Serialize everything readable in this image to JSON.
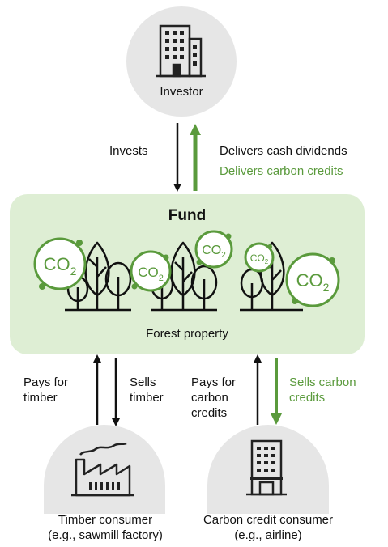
{
  "investor": {
    "label": "Investor"
  },
  "flows_top": {
    "invests": "Invests",
    "dividends": "Delivers cash dividends",
    "carbon_credits": "Delivers carbon credits"
  },
  "fund": {
    "title": "Fund",
    "forest_label": "Forest property",
    "co2_label": "CO",
    "co2_sub": "2"
  },
  "flows_bottom": {
    "pays_timber": [
      "Pays for",
      "timber"
    ],
    "sells_timber": [
      "Sells",
      "timber"
    ],
    "pays_carbon": [
      "Pays for",
      "carbon",
      "credits"
    ],
    "sells_carbon": [
      "Sells carbon",
      "credits"
    ]
  },
  "timber_consumer": {
    "line1": "Timber consumer",
    "line2": "(e.g., sawmill factory)"
  },
  "carbon_consumer": {
    "line1": "Carbon credit consumer",
    "line2": "(e.g., airline)"
  },
  "colors": {
    "green": "#5a9a3c",
    "fund_bg": "#deeed4",
    "circle_bg": "#e6e6e6",
    "dark": "#111111"
  }
}
